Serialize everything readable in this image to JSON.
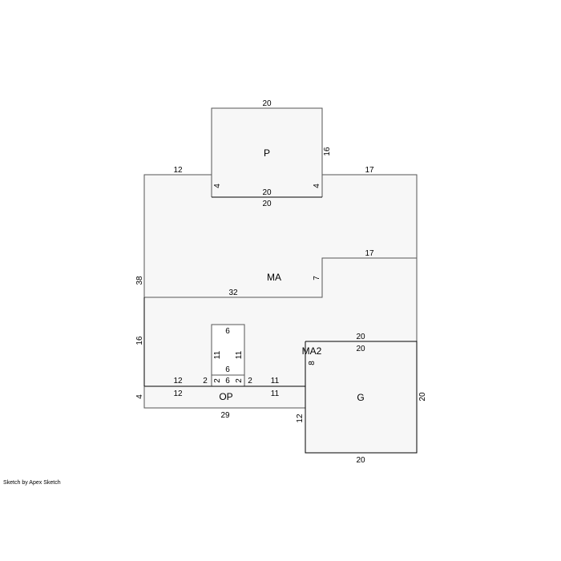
{
  "areas": {
    "p": "P",
    "ma": "MA",
    "ma2": "MA2",
    "op": "OP",
    "g": "G"
  },
  "dimensions": {
    "p_top": "20",
    "p_right": "16",
    "p_inner_bottom": "20",
    "p_left_notch": "4",
    "p_right_notch": "4",
    "ma_top_left": "12",
    "ma_top_right": "17",
    "ma_top_mid": "20",
    "ma_step_top": "17",
    "ma_step_side": "7",
    "ma_mid_span": "32",
    "ma_left_upper": "38",
    "ma_left_lower": "16",
    "chimney_top": "6",
    "chimney_left": "11",
    "chimney_right": "11",
    "chimney_inner": "6",
    "chimney_base": "6",
    "chimney_left_jog": "2",
    "chimney_right_jog": "2",
    "op_top_left": "12",
    "op_top_right": "11",
    "op_bottom_left": "12",
    "op_bottom_right": "11",
    "op_left": "4",
    "op_bottom": "29",
    "ma2_side": "8",
    "g_top": "20",
    "g_top_inner": "20",
    "g_right": "20",
    "g_bottom": "20",
    "g_left": "12"
  },
  "footer": {
    "credit": "Sketch by Apex Sketch"
  }
}
